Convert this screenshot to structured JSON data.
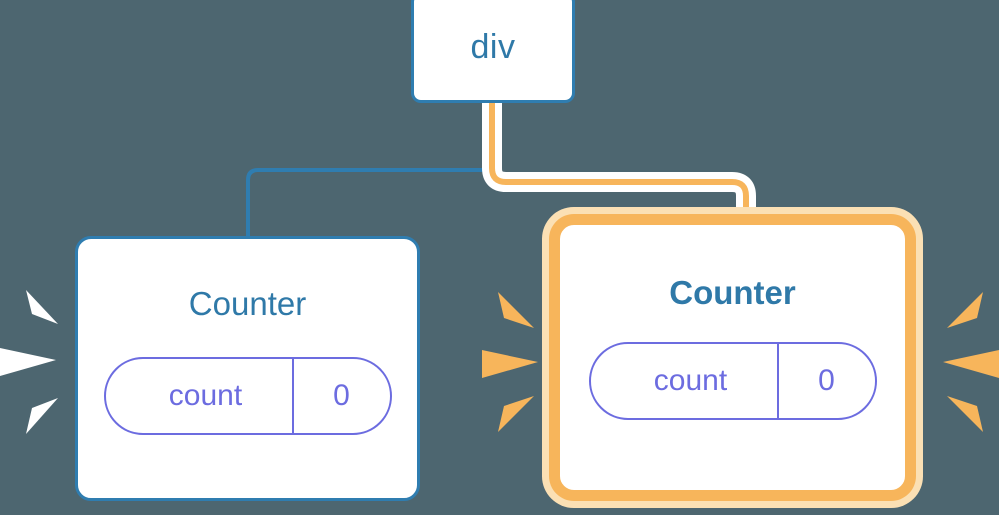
{
  "diagram": {
    "type": "component-tree",
    "background_color": "#4d6670",
    "description": "Component tree with a root div element and two Counter components; the right Counter is highlighted as re-rendered",
    "nodes": [
      {
        "id": "div",
        "label": "div",
        "kind": "element",
        "highlighted": false,
        "border_color": "#2f7db0"
      },
      {
        "id": "counter-left",
        "label": "Counter",
        "kind": "component",
        "highlighted": false,
        "border_color": "#2f7db0",
        "state": {
          "key": "count",
          "value": "0",
          "color": "#6c6ce0"
        }
      },
      {
        "id": "counter-right",
        "label": "Counter",
        "kind": "component",
        "highlighted": true,
        "border_color": "#f7b55b",
        "halo_color": "#fbe0b4",
        "state": {
          "key": "count",
          "value": "0",
          "color": "#6c6ce0"
        }
      }
    ],
    "edges": [
      {
        "from": "div",
        "to": "counter-left",
        "color": "#2f7db0",
        "active": false
      },
      {
        "from": "div",
        "to": "counter-right",
        "color": "#f7b55b",
        "active": true
      }
    ],
    "bursts": [
      {
        "target": "counter-left",
        "side": "left",
        "color": "#ffffff"
      },
      {
        "target": "counter-right",
        "side": "left",
        "color": "#f7b55b"
      },
      {
        "target": "counter-right",
        "side": "right",
        "color": "#f7b55b"
      }
    ],
    "colors": {
      "background": "#4d6670",
      "blue": "#2f7db0",
      "title_blue": "#2f79a8",
      "orange": "#f7b55b",
      "orange_pale": "#fbe0b4",
      "purple": "#6c6ce0",
      "white": "#ffffff"
    }
  }
}
